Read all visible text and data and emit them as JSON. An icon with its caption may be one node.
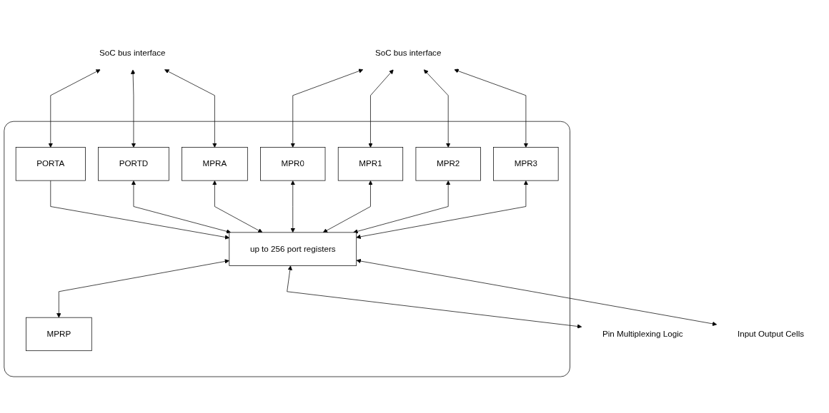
{
  "diagram": {
    "nodes": [
      {
        "text": [],
        "shape": "box"
      },
      {
        "text": [
          "MPR0"
        ],
        "in": 0
      },
      {
        "text": [
          "MPR1"
        ],
        "in": 0
      },
      {
        "text": [
          "MPR2"
        ],
        "in": 0
      },
      {
        "text": [
          "MPR3"
        ],
        "in": 0
      },
      {
        "text": [
          "PORTA"
        ],
        "in": 0
      },
      {
        "text": [
          "PORTD"
        ],
        "in": 0
      },
      {
        "text": [
          "MPRA"
        ],
        "in": 0
      },
      {
        "text": [
          "up to 256 port registers"
        ],
        "in": 0
      },
      {
        "text": [
          "MPRP"
        ],
        "in": 0
      },
      {
        "text": [
          "SoC bus interface"
        ]
      },
      {
        "text": [
          "SoC bus interface"
        ]
      },
      {
        "text": [
          "Pin Multiplexing Logic"
        ]
      },
      {
        "text": [
          "Input Output Cells"
        ]
      }
    ],
    "edges": [
      {
        "from": 1,
        "to": 10,
        "arrow": "both"
      },
      {
        "from": 2,
        "to": 10,
        "arrow": "both"
      },
      {
        "from": 3,
        "to": 10,
        "arrow": "both"
      },
      {
        "from": 4,
        "to": 10,
        "arrow": "both"
      },
      {
        "from": 11,
        "to": 5,
        "arrow": "both"
      },
      {
        "from": 11,
        "to": 6,
        "arrow": "both"
      },
      {
        "from": 11,
        "to": 7,
        "arrow": "both"
      },
      {
        "from": 5,
        "to": 8,
        "arrow": "to"
      },
      {
        "from": 6,
        "to": 8,
        "arrow": "both"
      },
      {
        "from": 7,
        "to": 8,
        "arrow": "both"
      },
      {
        "from": 1,
        "to": 8,
        "arrow": "both"
      },
      {
        "from": 2,
        "to": 8,
        "arrow": "both"
      },
      {
        "from": 3,
        "to": 8,
        "arrow": "both"
      },
      {
        "from": 4,
        "to": 8,
        "arrow": "both"
      },
      {
        "from": 8,
        "to": 12,
        "arrow": "both"
      },
      {
        "from": 9,
        "to": 8,
        "arrow": "both"
      },
      {
        "from": 8,
        "to": 13,
        "arrow": "both"
      }
    ]
  }
}
